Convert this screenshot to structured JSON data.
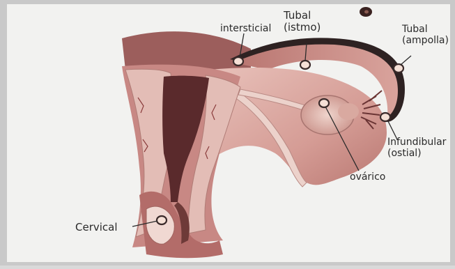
{
  "figure": {
    "labels": {
      "intersticial": "intersticial",
      "tubal_istmo_line1": "Tubal",
      "tubal_istmo_line2": "(istmo)",
      "tubal_ampolla_line1": "Tubal",
      "tubal_ampolla_line2": "(ampolla)",
      "infundibular_line1": "Infundibular",
      "infundibular_line2": "(ostial)",
      "ovarico": "ovárico",
      "cervical": "Cervical"
    },
    "colors": {
      "background": "#f2f2f0",
      "screen_frame": "#c9c9c9",
      "tissue_light": "#e3b4ac",
      "tissue_mid": "#c98a84",
      "tissue_dark": "#8a4a4a",
      "cavity": "#5a2a2c",
      "implant_ring": "#3a2a2a",
      "label_text": "#2a2a2a"
    }
  }
}
